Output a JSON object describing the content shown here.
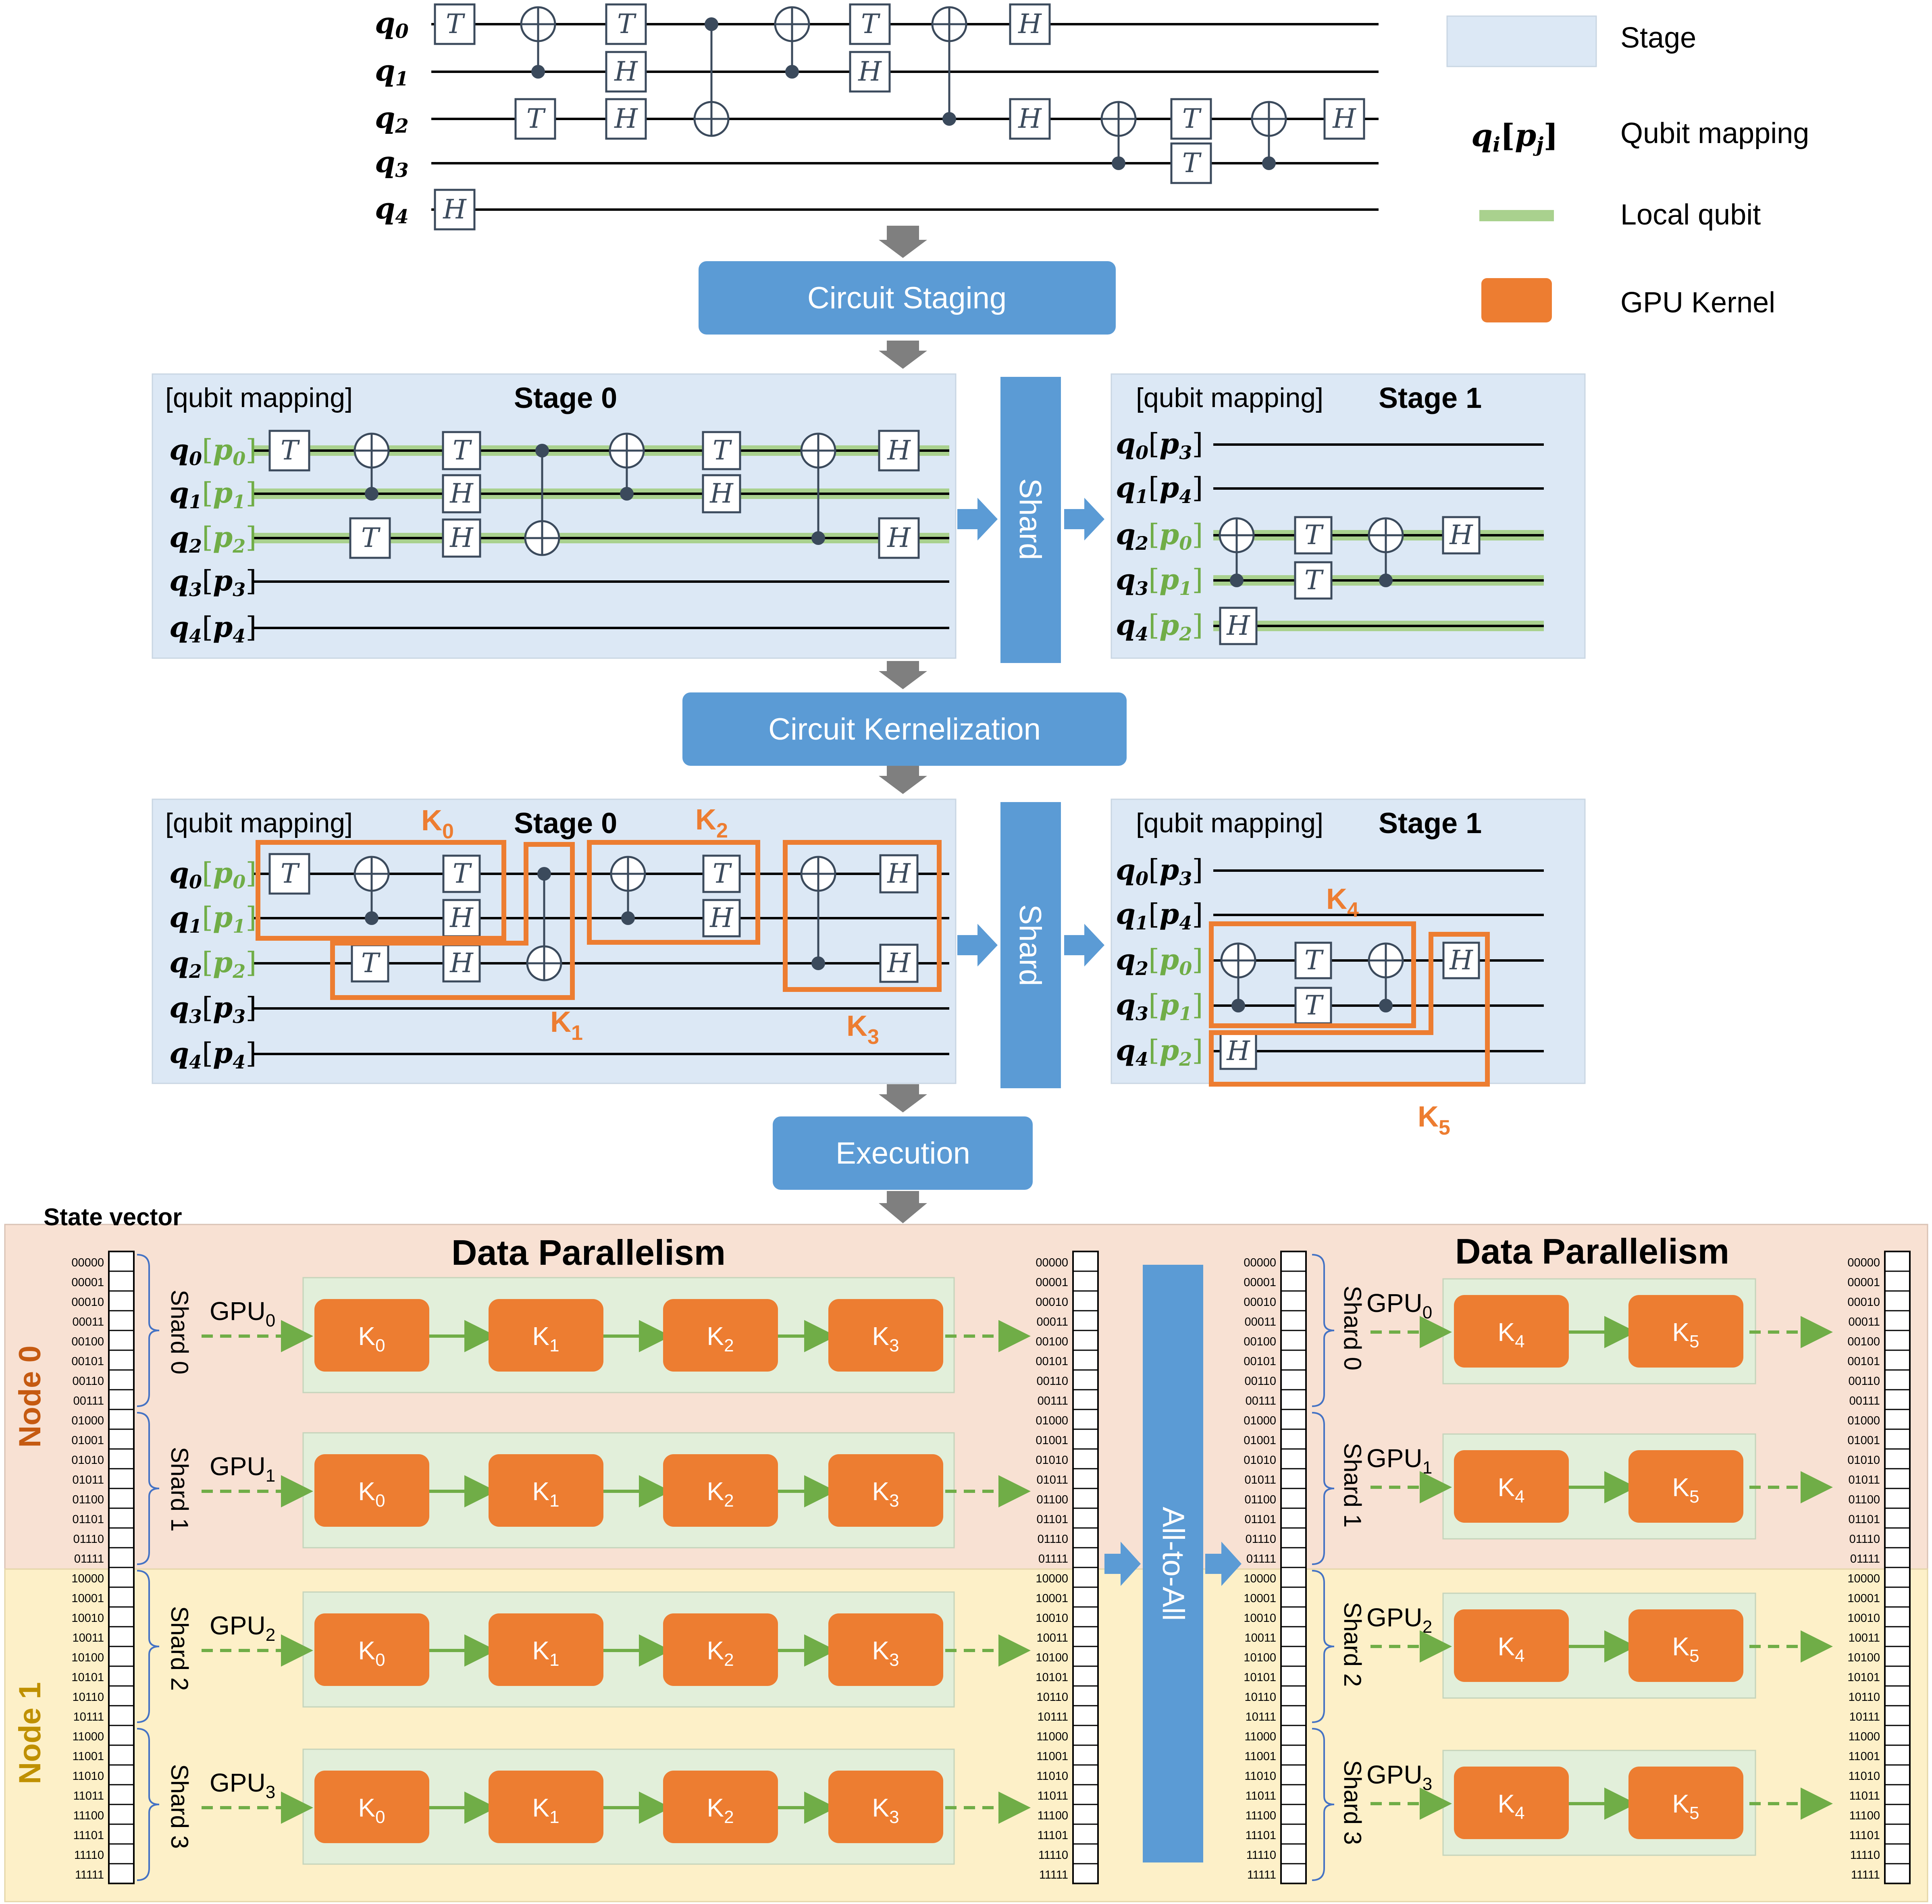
{
  "legend": {
    "stage": "Stage",
    "qubit_mapping": "Qubit mapping",
    "local_qubit": "Local qubit",
    "gpu_kernel": "GPU Kernel",
    "colors": {
      "stage": "#dce8f5",
      "local_qubit": "#a9d18e",
      "gpu_kernel": "#ed7d31"
    }
  },
  "steps": {
    "staging": "Circuit Staging",
    "kernelization": "Circuit Kernelization",
    "execution": "Execution"
  },
  "panels": {
    "mapping_label": "[qubit mapping]",
    "stage0": "Stage 0",
    "stage1": "Stage 1",
    "shard": "Shard"
  },
  "kernels": [
    "K0",
    "K1",
    "K2",
    "K3",
    "K4",
    "K5"
  ],
  "execution": {
    "state_vector": "State vector",
    "data_parallelism": "Data Parallelism",
    "all_to_all": "All-to-All",
    "nodes": [
      "Node 0",
      "Node 1"
    ],
    "shards": [
      "Shard 0",
      "Shard 1",
      "Shard 2",
      "Shard 3"
    ],
    "gpus": [
      "GPU0",
      "GPU1",
      "GPU2",
      "GPU3"
    ],
    "indices": [
      "00000",
      "00001",
      "00010",
      "00011",
      "00100",
      "00101",
      "00110",
      "00111",
      "01000",
      "01001",
      "01010",
      "01011",
      "01100",
      "01101",
      "01110",
      "01111",
      "10000",
      "10001",
      "10010",
      "10011",
      "10100",
      "10101",
      "10110",
      "10111",
      "11000",
      "11001",
      "11010",
      "11011",
      "11100",
      "11101",
      "11110",
      "11111"
    ]
  }
}
